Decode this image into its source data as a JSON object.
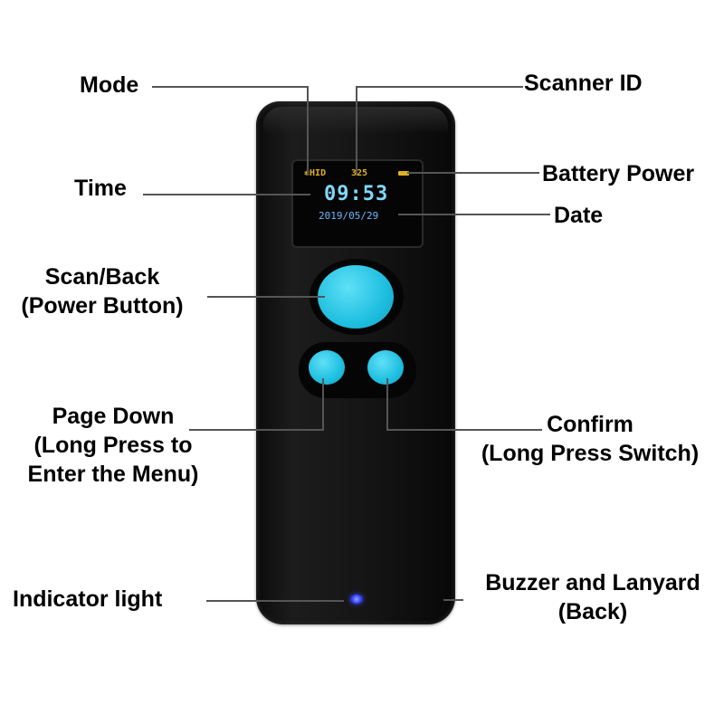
{
  "labels": {
    "mode": "Mode",
    "scanner_id": "Scanner ID",
    "time": "Time",
    "battery_power": "Battery Power",
    "date": "Date",
    "scan_back_line1": "Scan/Back",
    "scan_back_line2": "(Power Button)",
    "page_down_line1": "Page Down",
    "page_down_line2": "(Long Press to",
    "page_down_line3": "Enter the Menu)",
    "confirm_line1": "Confirm",
    "confirm_line2": "(Long Press Switch)",
    "indicator_light": "Indicator light",
    "buzzer_line1": "Buzzer and Lanyard",
    "buzzer_line2": "(Back)"
  },
  "screen": {
    "mode_text": "HID",
    "scanner_id": "325",
    "time": "09:53",
    "date": "2019/05/29"
  },
  "colors": {
    "button_accent": "#1fbfe0",
    "screen_time": "#7fd9ff",
    "screen_status": "#e0b020",
    "indicator": "#3344ff"
  }
}
